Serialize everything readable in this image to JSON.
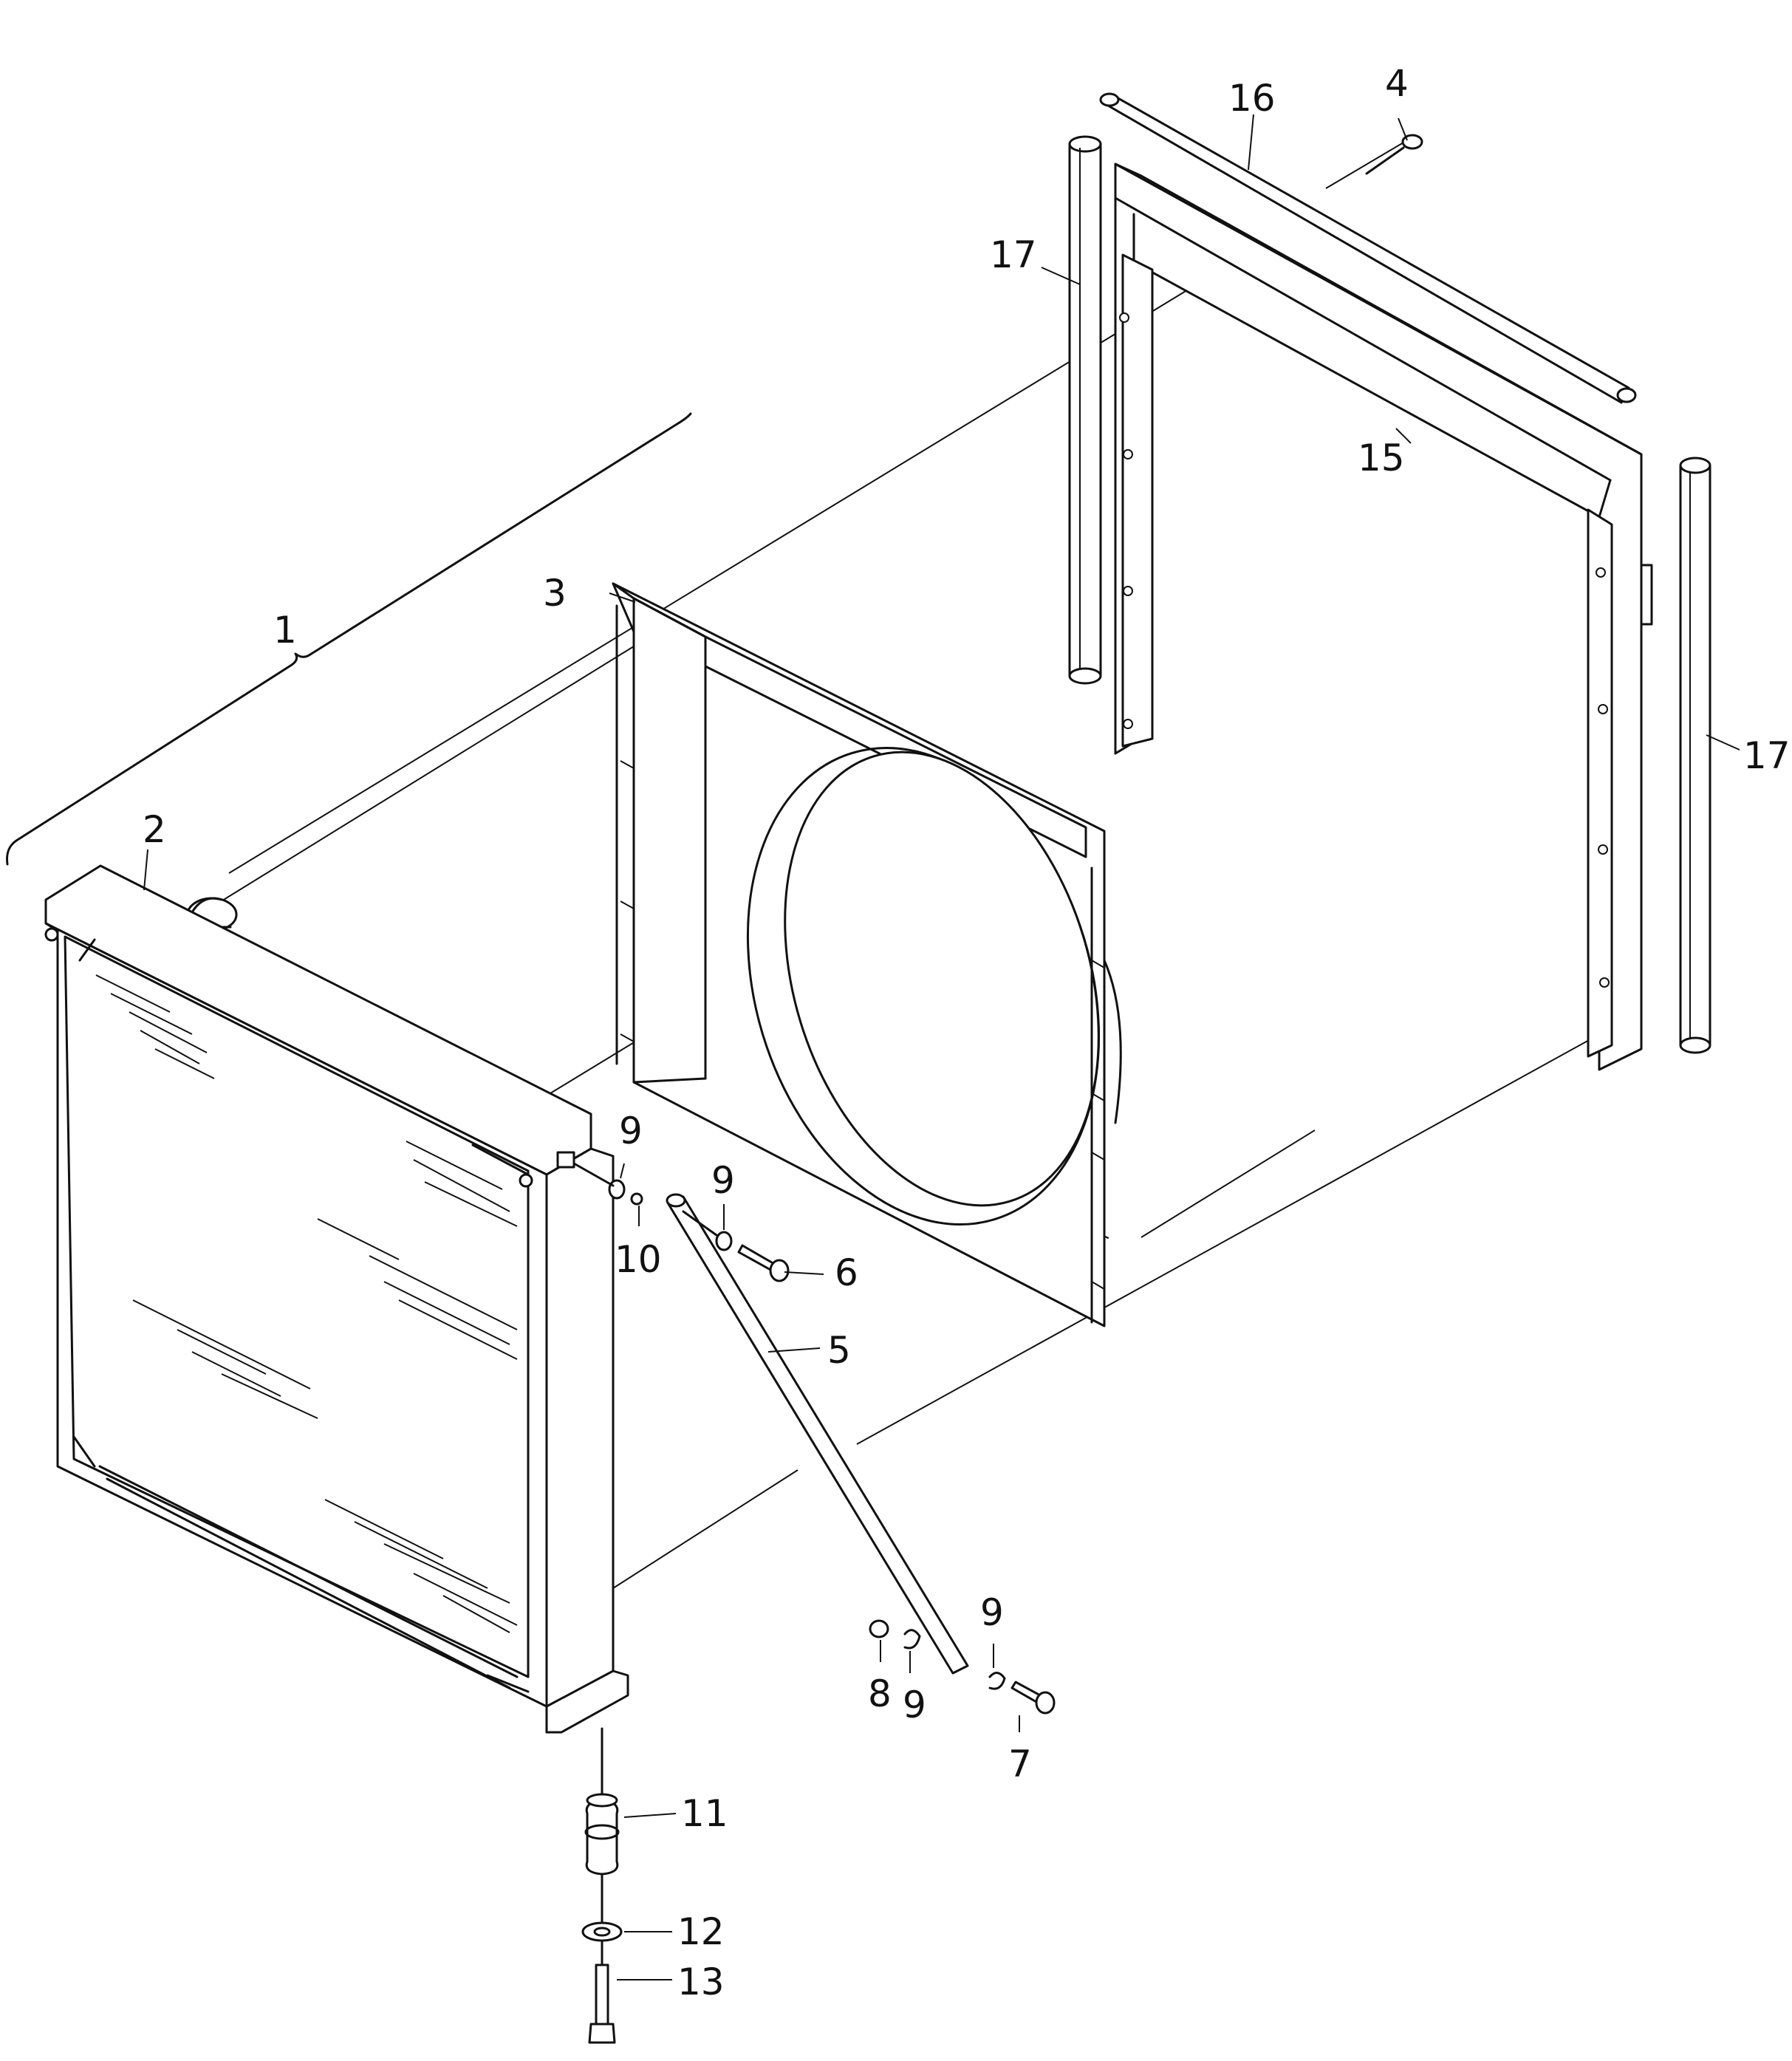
{
  "callouts": [
    {
      "id": "c1",
      "text": "1"
    },
    {
      "id": "c2",
      "text": "2"
    },
    {
      "id": "c3",
      "text": "3"
    },
    {
      "id": "c4",
      "text": "4"
    },
    {
      "id": "c5",
      "text": "5"
    },
    {
      "id": "c6",
      "text": "6"
    },
    {
      "id": "c7",
      "text": "7"
    },
    {
      "id": "c8",
      "text": "8"
    },
    {
      "id": "c9a",
      "text": "9"
    },
    {
      "id": "c9b",
      "text": "9"
    },
    {
      "id": "c9c",
      "text": "9"
    },
    {
      "id": "c9d",
      "text": "9"
    },
    {
      "id": "c10",
      "text": "10"
    },
    {
      "id": "c11",
      "text": "11"
    },
    {
      "id": "c12",
      "text": "12"
    },
    {
      "id": "c13",
      "text": "13"
    },
    {
      "id": "c15",
      "text": "15"
    },
    {
      "id": "c16",
      "text": "16"
    },
    {
      "id": "c17a",
      "text": "17"
    },
    {
      "id": "c17b",
      "text": "17"
    }
  ]
}
